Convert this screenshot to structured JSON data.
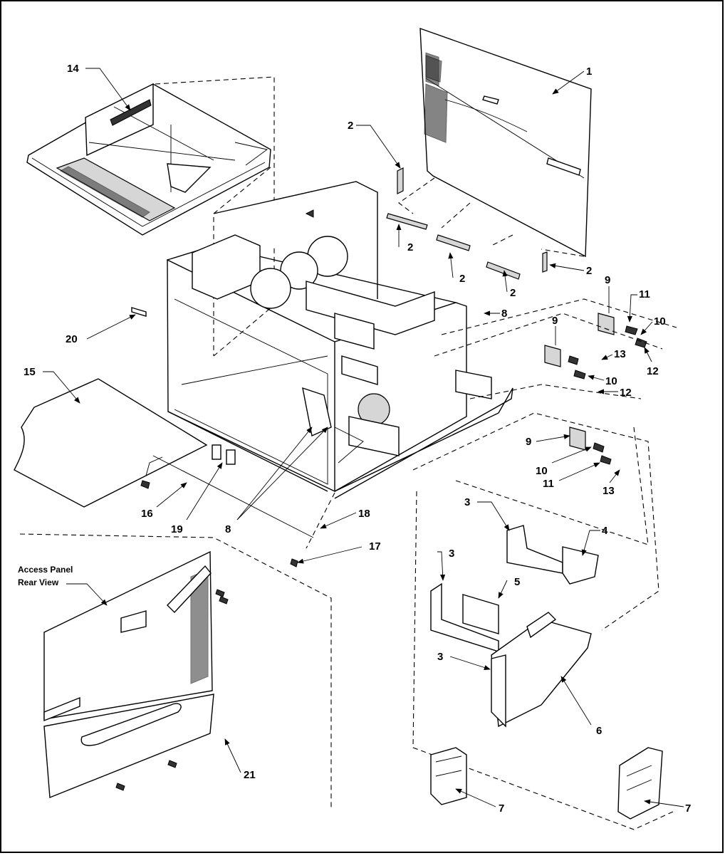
{
  "diagram": {
    "caption_line1": "Access Panel",
    "caption_line2": "Rear View",
    "callouts": [
      {
        "id": "c14",
        "text": "14"
      },
      {
        "id": "c1",
        "text": "1"
      },
      {
        "id": "c2a",
        "text": "2"
      },
      {
        "id": "c2b",
        "text": "2"
      },
      {
        "id": "c2c",
        "text": "2"
      },
      {
        "id": "c2d",
        "text": "2"
      },
      {
        "id": "c2e",
        "text": "2"
      },
      {
        "id": "c9a",
        "text": "9"
      },
      {
        "id": "c11a",
        "text": "11"
      },
      {
        "id": "c10a",
        "text": "10"
      },
      {
        "id": "c9b",
        "text": "9"
      },
      {
        "id": "c8a",
        "text": "8"
      },
      {
        "id": "c13a",
        "text": "13"
      },
      {
        "id": "c12a",
        "text": "12"
      },
      {
        "id": "c10b",
        "text": "10"
      },
      {
        "id": "c12b",
        "text": "12"
      },
      {
        "id": "c20",
        "text": "20"
      },
      {
        "id": "c15",
        "text": "15"
      },
      {
        "id": "c9c",
        "text": "9"
      },
      {
        "id": "c10c",
        "text": "10"
      },
      {
        "id": "c11b",
        "text": "11"
      },
      {
        "id": "c13b",
        "text": "13"
      },
      {
        "id": "c16",
        "text": "16"
      },
      {
        "id": "c19",
        "text": "19"
      },
      {
        "id": "c8b",
        "text": "8"
      },
      {
        "id": "c18",
        "text": "18"
      },
      {
        "id": "c17",
        "text": "17"
      },
      {
        "id": "c3a",
        "text": "3"
      },
      {
        "id": "c4",
        "text": "4"
      },
      {
        "id": "c3b",
        "text": "3"
      },
      {
        "id": "c5",
        "text": "5"
      },
      {
        "id": "c3c",
        "text": "3"
      },
      {
        "id": "c6",
        "text": "6"
      },
      {
        "id": "c21",
        "text": "21"
      },
      {
        "id": "c7a",
        "text": "7"
      },
      {
        "id": "c7b",
        "text": "7"
      }
    ]
  }
}
